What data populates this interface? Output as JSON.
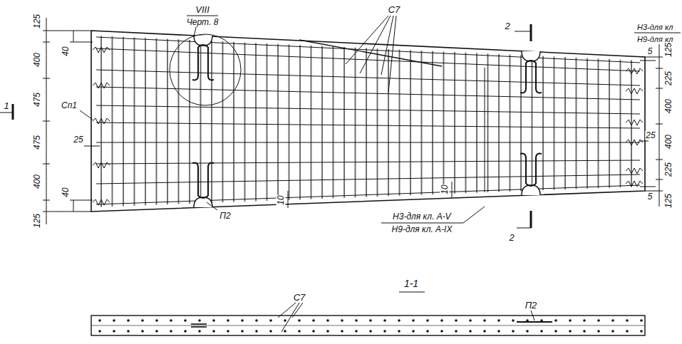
{
  "diagram": {
    "labels": [
      "VIII",
      "Черт. 8",
      "С7",
      "2",
      "Н3-для кл",
      "Н9-для кл",
      "125",
      "40",
      "400",
      "475",
      "Сп1",
      "25",
      "475",
      "400",
      "40",
      "125",
      "5",
      "125",
      "225",
      "400",
      "25",
      "400",
      "225",
      "5",
      "125",
      "10",
      "10",
      "П2",
      "Н3-для кл. А-Ⅴ",
      "Н9-для кл. А-IX",
      "2",
      "1",
      "1-1",
      "С7",
      "П2"
    ]
  }
}
